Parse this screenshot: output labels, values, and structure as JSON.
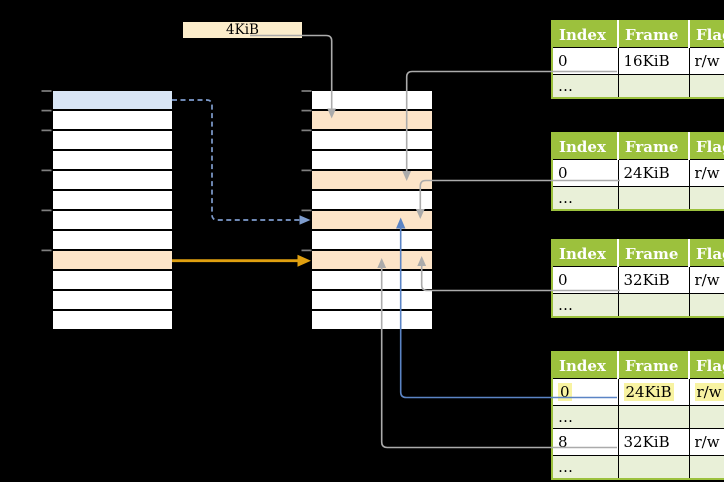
{
  "colors": {
    "bg": "#000000",
    "table-green": "#9CC13D",
    "table-light-green": "#E9F0D8",
    "cell-white": "#FFFFFF",
    "cell-blue": "#D8E5F5",
    "cell-peach": "#FCE4C8",
    "box-cream": "#FCEDCB",
    "highlight-yellow": "#F8F3A2",
    "line-gray": "#ABABAB",
    "tick-gray": "#7F7F7F",
    "line-blue": "#5B84C5",
    "line-blue-dashed": "#7E9CCD",
    "line-orange": "#E0A010"
  },
  "page_size_box": {
    "label": "4KiB"
  },
  "left_column": {
    "cells": [
      "blue",
      "white",
      "white",
      "white",
      "white",
      "white",
      "white",
      "white",
      "peach",
      "white",
      "white",
      "white"
    ]
  },
  "middle_column": {
    "cells": [
      "white",
      "peach",
      "white",
      "white",
      "peach",
      "white",
      "peach",
      "white",
      "peach",
      "white",
      "white",
      "white"
    ]
  },
  "page_tables": [
    {
      "headers": [
        "Index",
        "Frame",
        "Flags"
      ],
      "rows": [
        {
          "cells": [
            "0",
            "16KiB",
            "r/w"
          ],
          "variant": "data",
          "highlight": false
        },
        {
          "cells": [
            "…",
            "",
            ""
          ],
          "variant": "ellipsis",
          "highlight": false
        }
      ]
    },
    {
      "headers": [
        "Index",
        "Frame",
        "Flags"
      ],
      "rows": [
        {
          "cells": [
            "0",
            "24KiB",
            "r/w"
          ],
          "variant": "data",
          "highlight": false
        },
        {
          "cells": [
            "…",
            "",
            ""
          ],
          "variant": "ellipsis",
          "highlight": false
        }
      ]
    },
    {
      "headers": [
        "Index",
        "Frame",
        "Flags"
      ],
      "rows": [
        {
          "cells": [
            "0",
            "32KiB",
            "r/w"
          ],
          "variant": "data",
          "highlight": false
        },
        {
          "cells": [
            "…",
            "",
            ""
          ],
          "variant": "ellipsis",
          "highlight": false
        }
      ]
    },
    {
      "headers": [
        "Index",
        "Frame",
        "Flags"
      ],
      "rows": [
        {
          "cells": [
            "0",
            "24KiB",
            "r/w"
          ],
          "variant": "data",
          "highlight": true
        },
        {
          "cells": [
            "…",
            "",
            ""
          ],
          "variant": "ellipsis",
          "highlight": false
        },
        {
          "cells": [
            "8",
            "32KiB",
            "r/w"
          ],
          "variant": "data",
          "highlight": false
        },
        {
          "cells": [
            "…",
            "",
            ""
          ],
          "variant": "ellipsis",
          "highlight": false
        }
      ]
    }
  ]
}
